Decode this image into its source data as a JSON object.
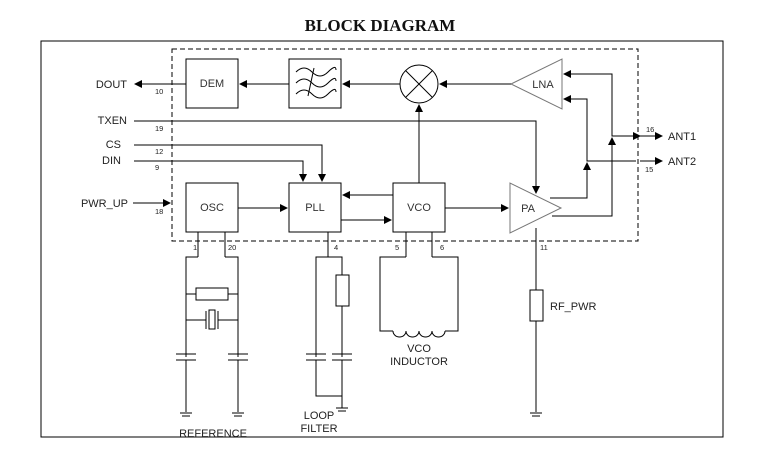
{
  "title": "BLOCK DIAGRAM",
  "blocks": {
    "dem": "DEM",
    "filter": "filter-icon",
    "mixer": "mixer-icon",
    "lna": "LNA",
    "osc": "OSC",
    "pll": "PLL",
    "vco": "VCO",
    "pa": "PA"
  },
  "signals": {
    "dout": {
      "label": "DOUT",
      "pin": "10"
    },
    "txen": {
      "label": "TXEN",
      "pin": "19"
    },
    "cs": {
      "label": "CS",
      "pin": "12"
    },
    "din": {
      "label": "DIN",
      "pin": "9"
    },
    "pwr_up": {
      "label": "PWR_UP",
      "pin": "18"
    },
    "ant1": {
      "label": "ANT1",
      "pin": "16"
    },
    "ant2": {
      "label": "ANT2",
      "pin": "15"
    }
  },
  "pins": {
    "osc_a": "1",
    "osc_b": "20",
    "pll_filter": "4",
    "vco_a": "5",
    "vco_b": "6",
    "pa_pwr": "11"
  },
  "external": {
    "reference": "REFERENCE",
    "loop_filter_1": "LOOP",
    "loop_filter_2": "FILTER",
    "vco_inductor_1": "VCO",
    "vco_inductor_2": "INDUCTOR",
    "rf_pwr": "RF_PWR"
  }
}
